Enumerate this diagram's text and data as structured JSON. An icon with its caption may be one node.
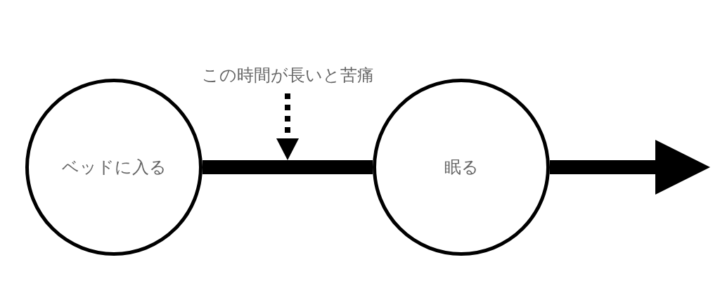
{
  "diagram": {
    "nodes": [
      {
        "text": [
          "ベッドに入る"
        ]
      },
      {
        "text": [
          "眠る"
        ]
      },
      {
        "text": [
          "この時間が長いと苦痛"
        ]
      }
    ],
    "edges": [
      {
        "from": 0,
        "to": 1,
        "arrow": "none"
      },
      {
        "from": 1,
        "to": null,
        "arrow": "to"
      },
      {
        "from": 2,
        "to": null,
        "arrow": "to",
        "style": "dashed"
      }
    ]
  }
}
